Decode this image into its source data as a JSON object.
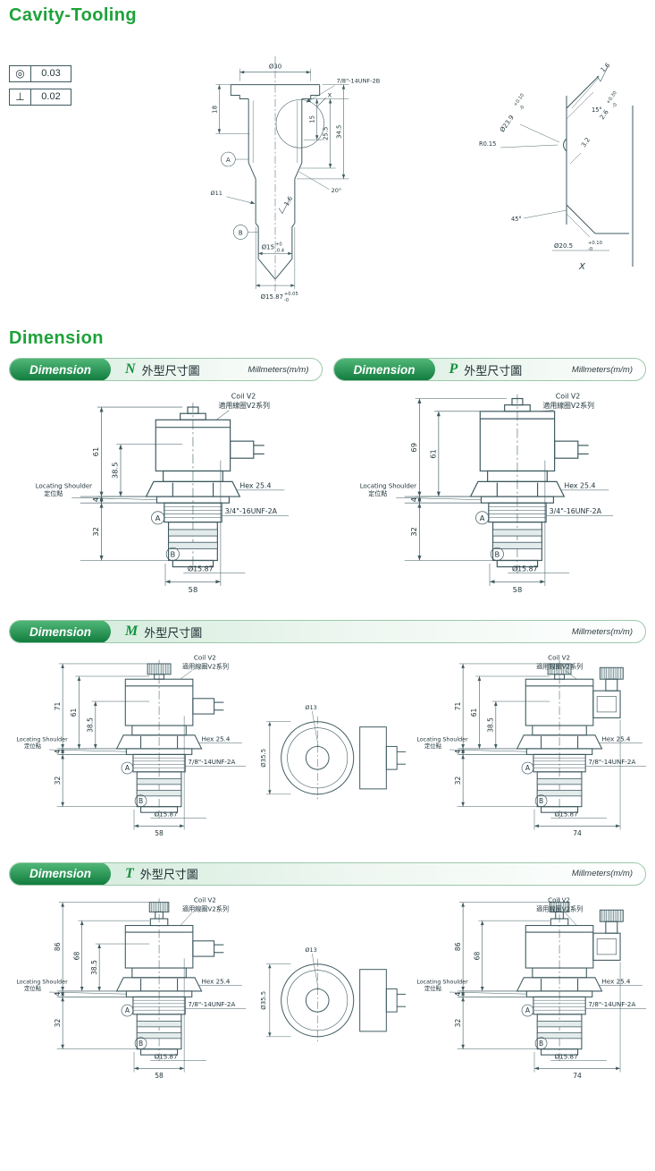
{
  "colors": {
    "heading_green": "#1ea23a",
    "banner_green": "#0f7a3c",
    "drawing_line": "#3f5a60"
  },
  "page": {
    "cavity_title": "Cavity-Tooling",
    "dimension_title": "Dimension"
  },
  "tolerance_table": {
    "rows": [
      {
        "symbol": "◎",
        "value": "0.03"
      },
      {
        "symbol": "⊥",
        "value": "0.02"
      }
    ]
  },
  "cavity": {
    "labels": {
      "d30": "Ø30",
      "thread": "7/8\"-14UNF-2B",
      "x": "X",
      "d18": "18",
      "d15": "15",
      "d25_5": "25.5",
      "d34_5": "34.5",
      "angle20": "20°",
      "d11": "Ø11",
      "finish": "1.6",
      "datum_a": "A",
      "datum_b": "B",
      "d15t": "Ø15",
      "d15t_up": "+0",
      "d15t_dn": "-0.4",
      "d1587": "Ø15.87",
      "d1587_up": "+0.05",
      "d1587_dn": "-0"
    }
  },
  "detail": {
    "labels": {
      "finish": "1.6",
      "d239": "Ø23.9",
      "d239_up": "+0.10",
      "d239_dn": "-0",
      "angle15": "15°",
      "r": "R0.15",
      "d32": "3.2",
      "d26": "2.6",
      "d26_up": "+0.30",
      "d26_dn": "-0",
      "angle45": "45°",
      "d205": "Ø20.5",
      "d205_up": "+0.10",
      "d205_dn": "-0",
      "x": "X"
    }
  },
  "sections": [
    {
      "banner": {
        "title": "Dimension",
        "code": "N",
        "suffix": "外型尺寸圖",
        "units": "Millmeters(m/m)"
      },
      "figures": [
        {
          "kind": "valve",
          "variant": "N",
          "labels": {
            "coil1": "Coil V2",
            "coil2": "適用線圈V2系列",
            "dims": [
              "61",
              "38.5",
              "4",
              "32"
            ],
            "locating1": "Locating Shoulder",
            "locating2": "定位點",
            "hex": "Hex 25.4",
            "thread": "3/4\"-16UNF-2A",
            "datum_a": "A",
            "datum_b": "B",
            "diameter": "Ø15.87",
            "width": "58"
          }
        }
      ]
    },
    {
      "banner": {
        "title": "Dimension",
        "code": "P",
        "suffix": "外型尺寸圖",
        "units": "Millmeters(m/m)"
      },
      "figures": [
        {
          "kind": "valve",
          "variant": "P",
          "labels": {
            "coil1": "Coil V2",
            "coil2": "適用線圈V2系列",
            "dims": [
              "69",
              "61",
              "4",
              "32"
            ],
            "locating1": "Locating Shoulder",
            "locating2": "定位點",
            "hex": "Hex 25.4",
            "thread": "3/4\"-16UNF-2A",
            "datum_a": "A",
            "datum_b": "B",
            "diameter": "Ø15.87",
            "width": "58"
          }
        }
      ]
    },
    {
      "banner": {
        "title": "Dimension",
        "code": "M",
        "suffix": "外型尺寸圖",
        "units": "Millmeters(m/m)"
      },
      "figures": [
        {
          "kind": "valve",
          "variant": "M",
          "labels": {
            "coil1": "Coil V2",
            "coil2": "適用線圈V2系列",
            "dims": [
              "71",
              "61",
              "38.5",
              "4",
              "32"
            ],
            "locating1": "Locating Shoulder",
            "locating2": "定位點",
            "hex": "Hex 25.4",
            "thread": "7/8\"-14UNF-2A",
            "datum_a": "A",
            "datum_b": "B",
            "diameter": "Ø15.87",
            "width": "58"
          }
        },
        {
          "kind": "coil",
          "labels": {
            "d_outer": "Ø35.5",
            "d_inner": "Ø13"
          }
        },
        {
          "kind": "valve",
          "variant": "MD",
          "labels": {
            "coil1": "Coil V2",
            "coil2": "適用線圈V2系列",
            "dims": [
              "71",
              "61",
              "38.5",
              "4",
              "32"
            ],
            "locating1": "Locating Shoulder",
            "locating2": "定位點",
            "hex": "Hex 25.4",
            "thread": "7/8\"-14UNF-2A",
            "datum_a": "A",
            "datum_b": "B",
            "diameter": "Ø15.87",
            "width": "74"
          }
        }
      ]
    },
    {
      "banner": {
        "title": "Dimension",
        "code": "T",
        "suffix": "外型尺寸圖",
        "units": "Millmeters(m/m)"
      },
      "figures": [
        {
          "kind": "valve",
          "variant": "T",
          "labels": {
            "coil1": "Coil V2",
            "coil2": "適用線圈V2系列",
            "dims": [
              "86",
              "68",
              "38.5",
              "4",
              "32"
            ],
            "locating1": "Locating Shoulder",
            "locating2": "定位點",
            "hex": "Hex 25.4",
            "thread": "7/8\"-14UNF-2A",
            "datum_a": "A",
            "datum_b": "B",
            "diameter": "Ø15.87",
            "width": "58"
          }
        },
        {
          "kind": "coil",
          "labels": {
            "d_outer": "Ø35.5",
            "d_inner": "Ø13"
          }
        },
        {
          "kind": "valve",
          "variant": "TD",
          "labels": {
            "coil1": "Coil V2",
            "coil2": "適用線圈V2系列",
            "dims": [
              "86",
              "68",
              "4",
              "32"
            ],
            "locating1": "Locating Shoulder",
            "locating2": "定位點",
            "hex": "Hex 25.4",
            "thread": "7/8\"-14UNF-2A",
            "datum_a": "A",
            "datum_b": "B",
            "diameter": "Ø15.87",
            "width": "74"
          }
        }
      ]
    }
  ]
}
